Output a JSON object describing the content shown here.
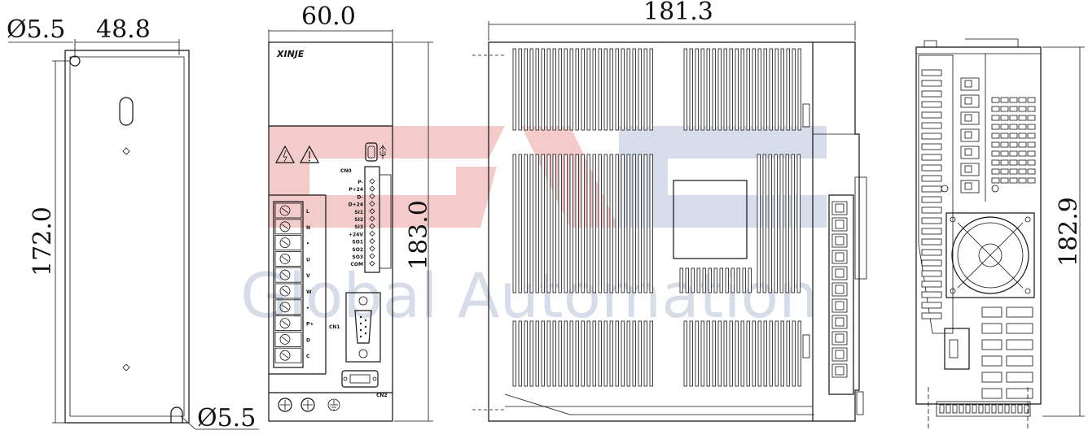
{
  "watermark": {
    "text": "Global Automation",
    "logo_colors": [
      "#e04040",
      "#8090b8"
    ]
  },
  "views": {
    "mounting": {
      "hole_top_label": "Ø5.5",
      "hole_bottom_label": "Ø5.5",
      "width_label": "48.8",
      "height_label": "172.0"
    },
    "front": {
      "width_label": "60.0",
      "height_label": "183.0",
      "brand": "XINJE",
      "cn0_label": "CN0",
      "cn0_pins": [
        "P-",
        "P+24",
        "D-",
        "D+24",
        "SI1",
        "SI2",
        "SI3",
        "+24V",
        "SO1",
        "SO2",
        "SO3",
        "COM"
      ],
      "power_terminals": [
        "L",
        "N",
        "•",
        "U",
        "V",
        "W",
        "•",
        "P+",
        "D",
        "C"
      ],
      "cn1_label": "CN1",
      "cn2_label": "CN2",
      "usb_icon": "usb-icon",
      "warning_icons": [
        "electric-hazard-icon",
        "caution-icon"
      ]
    },
    "side": {
      "depth_label": "181.3"
    },
    "rear": {
      "height_label": "182.9"
    }
  }
}
